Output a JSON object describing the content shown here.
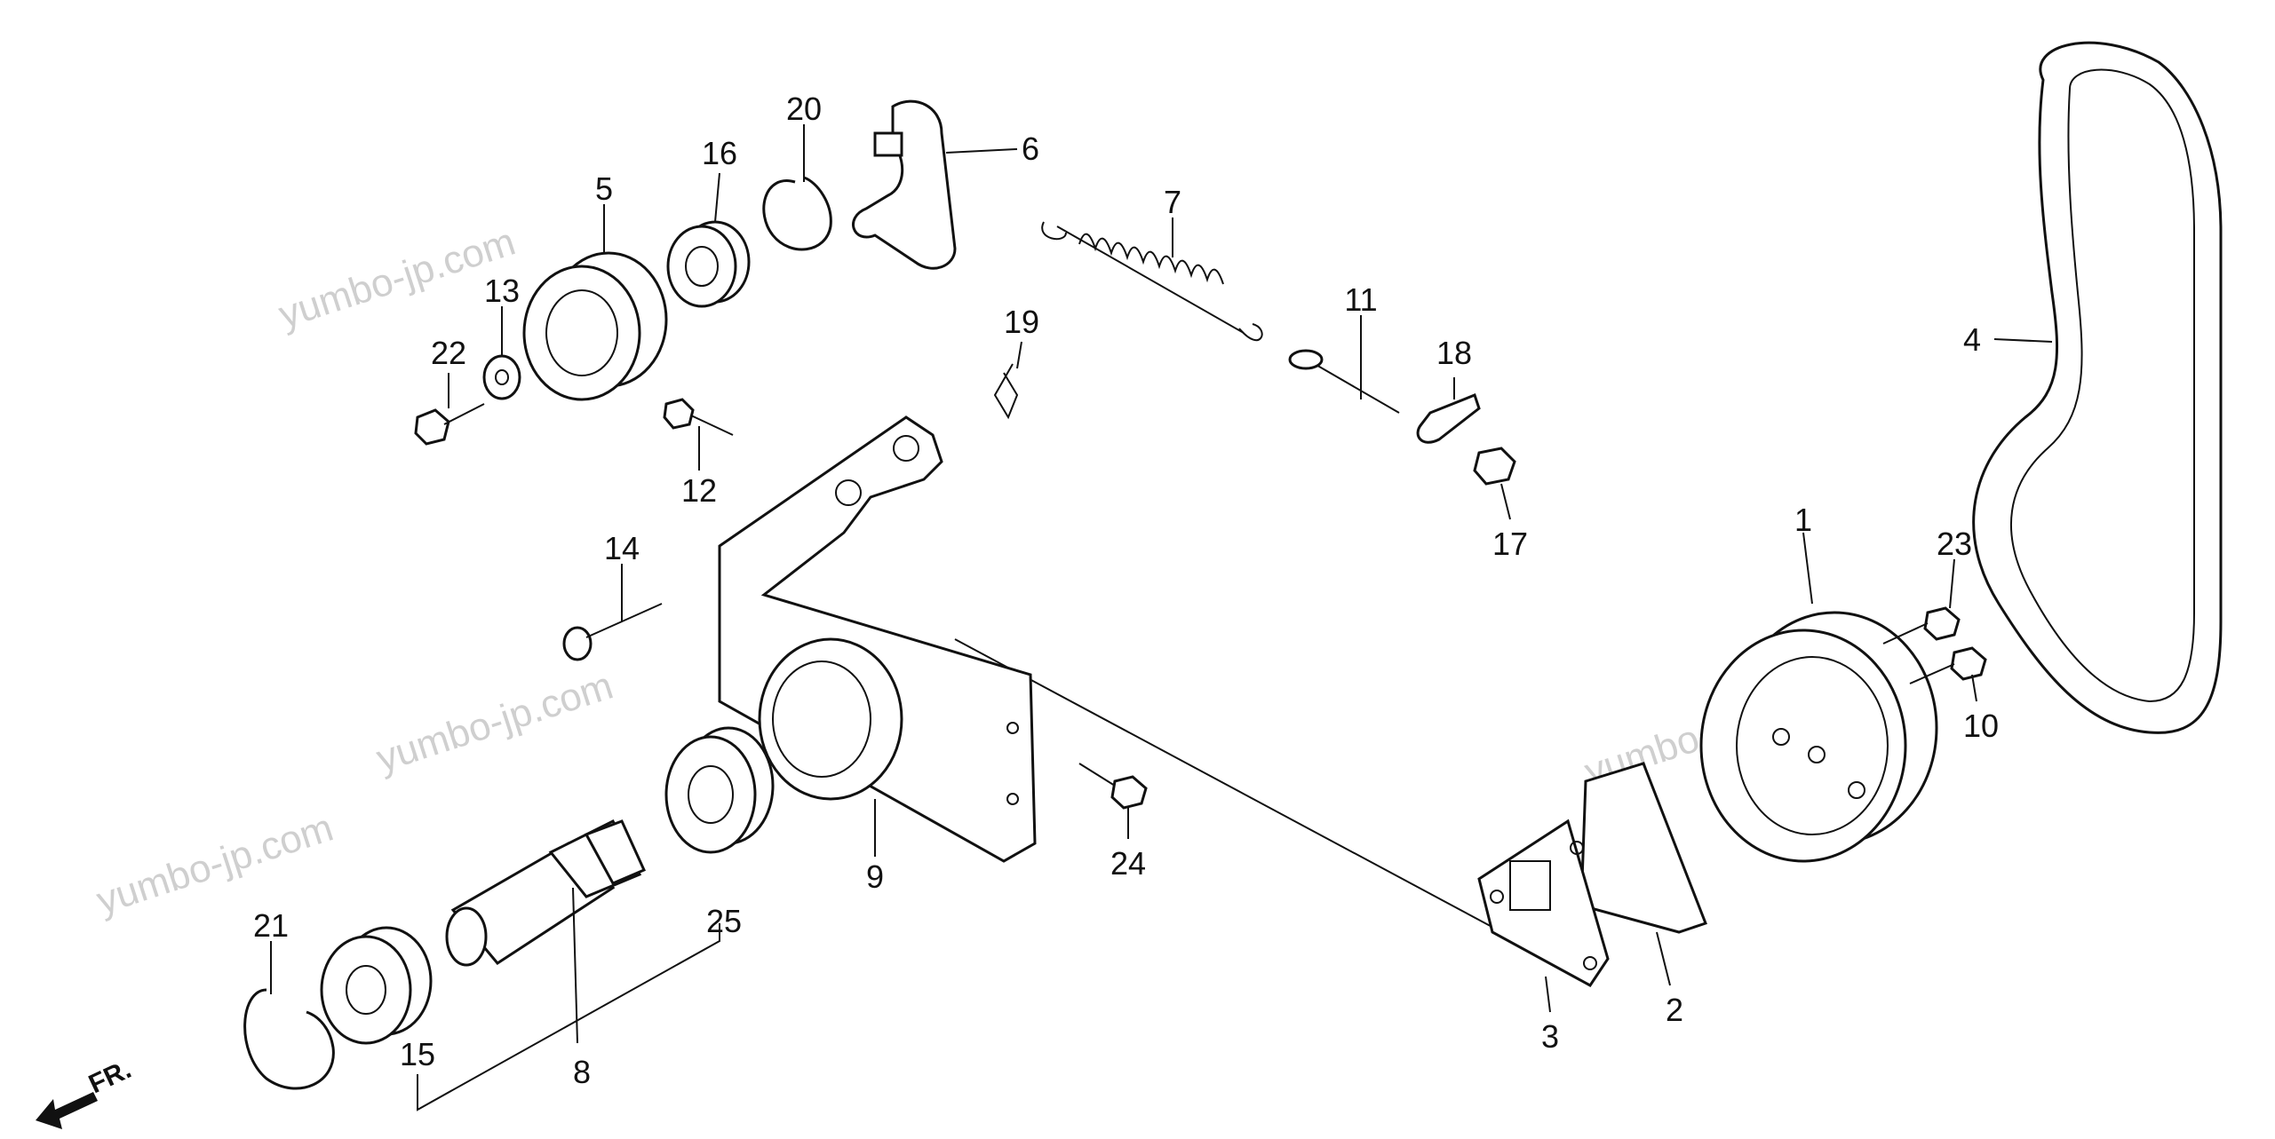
{
  "watermark": "yumbo-jp.com",
  "direction_label": "FR.",
  "parts": [
    {
      "id": "p1",
      "label": "1"
    },
    {
      "id": "p2",
      "label": "2"
    },
    {
      "id": "p3",
      "label": "3"
    },
    {
      "id": "p4",
      "label": "4"
    },
    {
      "id": "p5",
      "label": "5"
    },
    {
      "id": "p6",
      "label": "6"
    },
    {
      "id": "p7",
      "label": "7"
    },
    {
      "id": "p8",
      "label": "8"
    },
    {
      "id": "p9",
      "label": "9"
    },
    {
      "id": "p10",
      "label": "10"
    },
    {
      "id": "p11",
      "label": "11"
    },
    {
      "id": "p12",
      "label": "12"
    },
    {
      "id": "p13",
      "label": "13"
    },
    {
      "id": "p14",
      "label": "14"
    },
    {
      "id": "p15",
      "label": "15"
    },
    {
      "id": "p16",
      "label": "16"
    },
    {
      "id": "p17",
      "label": "17"
    },
    {
      "id": "p18",
      "label": "18"
    },
    {
      "id": "p19",
      "label": "19"
    },
    {
      "id": "p20",
      "label": "20"
    },
    {
      "id": "p21",
      "label": "21"
    },
    {
      "id": "p22",
      "label": "22"
    },
    {
      "id": "p23",
      "label": "23"
    },
    {
      "id": "p24",
      "label": "24"
    },
    {
      "id": "p25",
      "label": "25"
    }
  ]
}
